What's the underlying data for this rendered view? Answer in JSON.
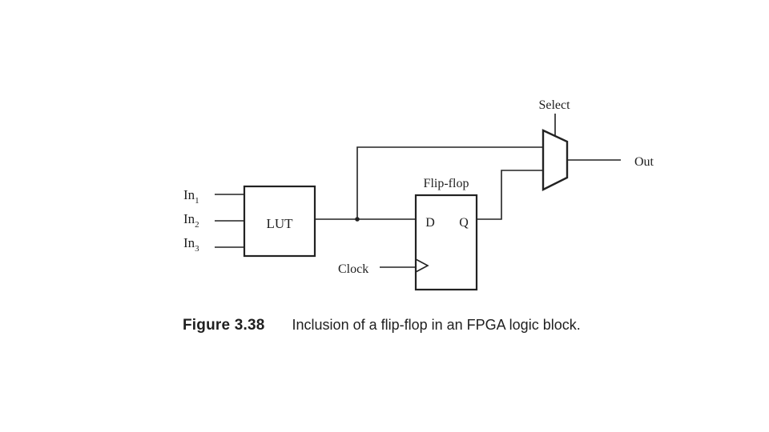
{
  "diagram": {
    "inputs": [
      {
        "base": "In",
        "sub": "1"
      },
      {
        "base": "In",
        "sub": "2"
      },
      {
        "base": "In",
        "sub": "3"
      }
    ],
    "lut_label": "LUT",
    "flipflop_title": "Flip-flop",
    "flipflop_d": "D",
    "flipflop_q": "Q",
    "clock_label": "Clock",
    "select_label": "Select",
    "output_label": "Out"
  },
  "caption": {
    "number": "Figure 3.38",
    "text": "Inclusion of a flip-flop in an FPGA logic block."
  }
}
